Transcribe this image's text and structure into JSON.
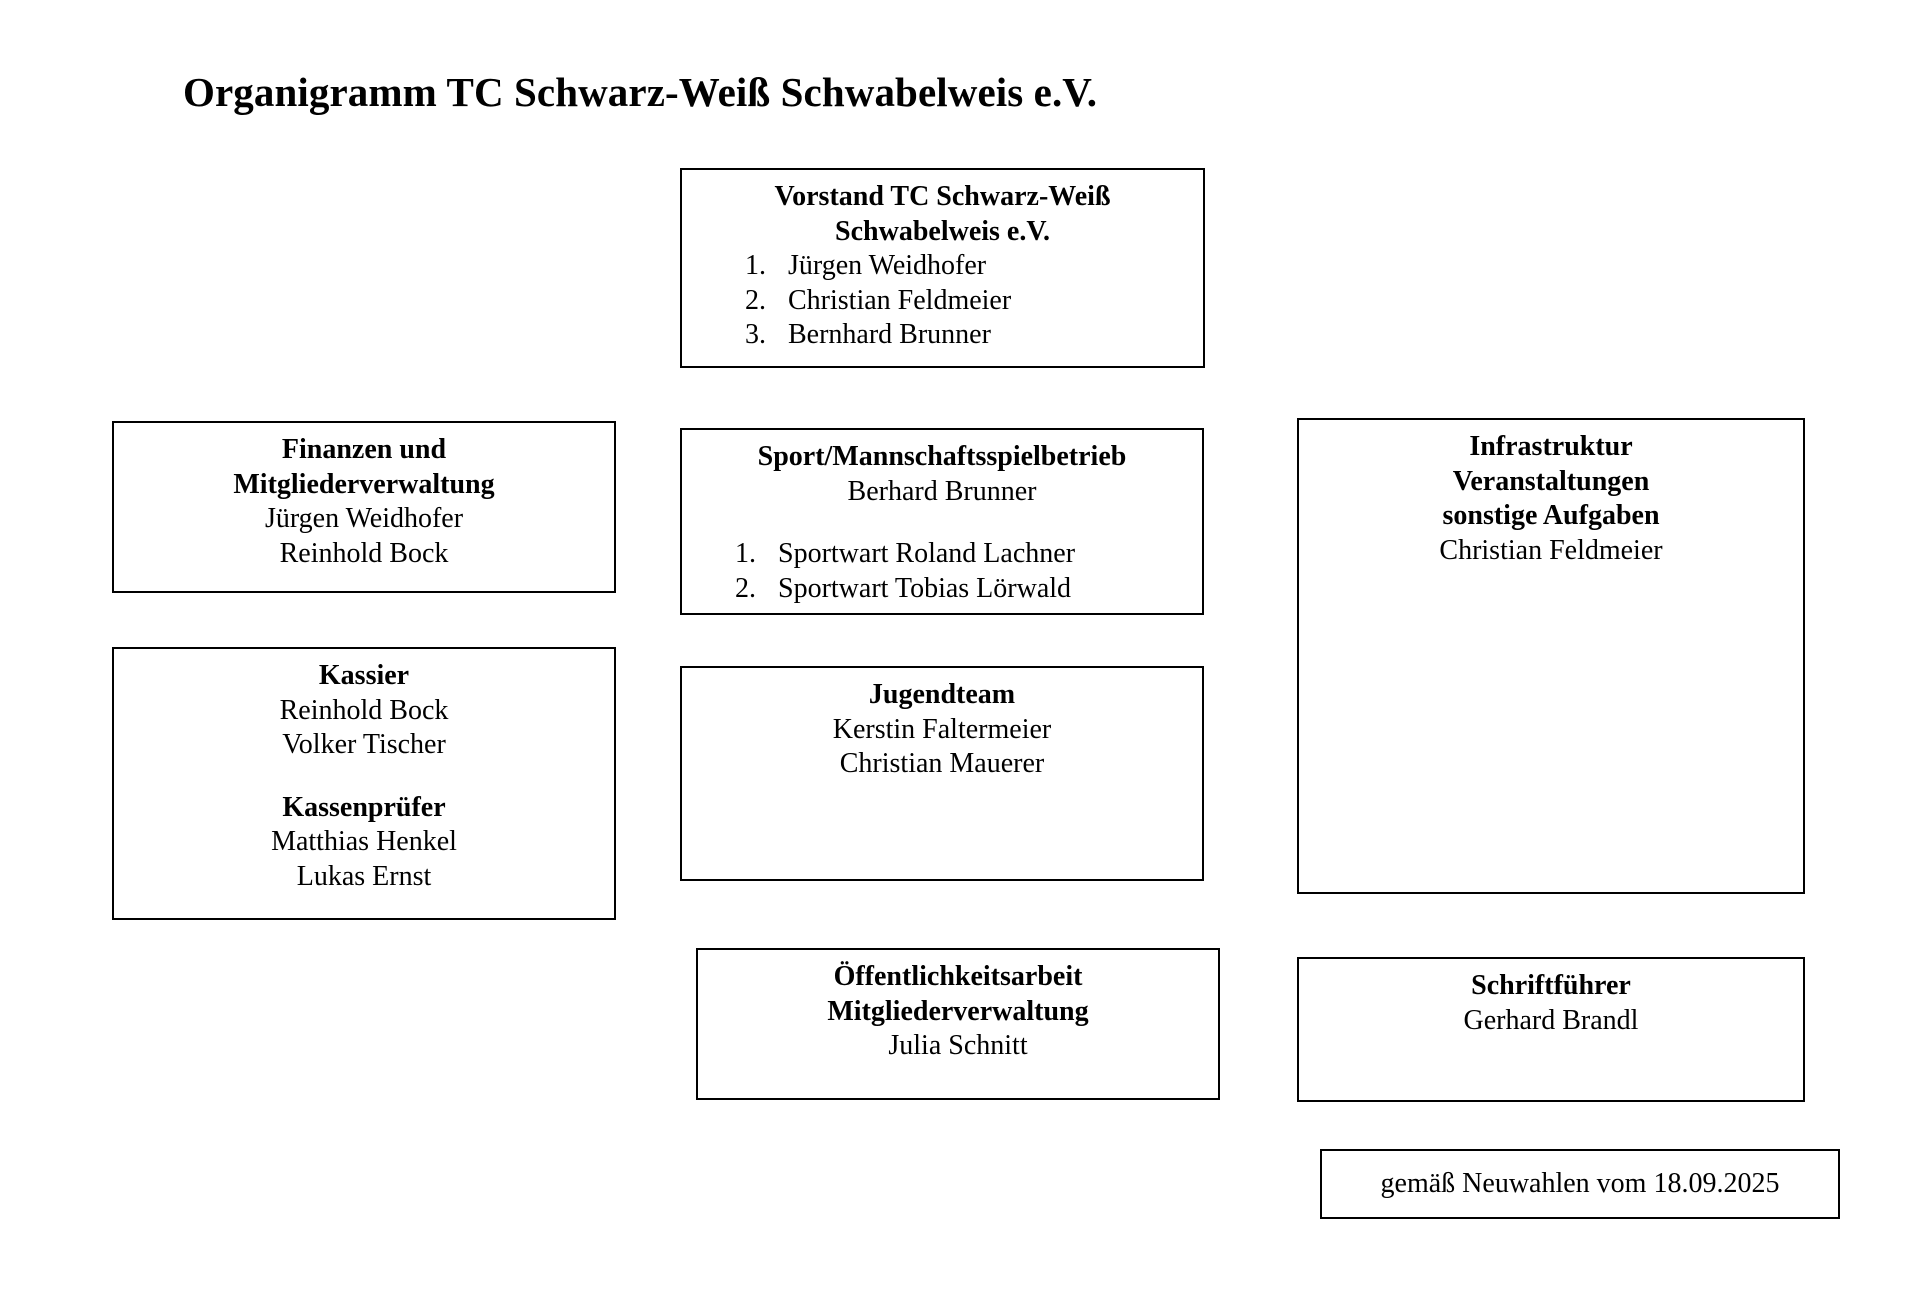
{
  "document": {
    "title": "Organigramm TC Schwarz-Weiß Schwabelweis e.V."
  },
  "boxes": {
    "vorstand": {
      "heading_line1": "Vorstand TC Schwarz-Weiß",
      "heading_line2": "Schwabelweis e.V.",
      "items": [
        {
          "num": "1.",
          "name": "Jürgen Weidhofer"
        },
        {
          "num": "2.",
          "name": "Christian Feldmeier"
        },
        {
          "num": "3.",
          "name": "Bernhard Brunner"
        }
      ]
    },
    "finanzen": {
      "heading_line1": "Finanzen und",
      "heading_line2": "Mitgliederverwaltung",
      "name1": "Jürgen Weidhofer",
      "name2": "Reinhold Bock"
    },
    "sport": {
      "heading": "Sport/Mannschaftsspielbetrieb",
      "lead": "Berhard Brunner",
      "items": [
        {
          "num": "1.",
          "name": "Sportwart Roland Lachner"
        },
        {
          "num": "2.",
          "name": "Sportwart Tobias Lörwald"
        }
      ]
    },
    "infrastruktur": {
      "heading_line1": "Infrastruktur",
      "heading_line2": "Veranstaltungen",
      "heading_line3": "sonstige Aufgaben",
      "name1": "Christian Feldmeier"
    },
    "kassier": {
      "heading1": "Kassier",
      "name1": "Reinhold Bock",
      "name2": "Volker Tischer",
      "heading2": "Kassenprüfer",
      "name3": "Matthias Henkel",
      "name4": "Lukas Ernst"
    },
    "jugendteam": {
      "heading": "Jugendteam",
      "name1": "Kerstin Faltermeier",
      "name2": "Christian Mauerer"
    },
    "oeffentlichkeitsarbeit": {
      "heading_line1": "Öffentlichkeitsarbeit",
      "heading_line2": "Mitgliederverwaltung",
      "name1": "Julia Schnitt"
    },
    "schriftfuehrer": {
      "heading": "Schriftführer",
      "name1": "Gerhard Brandl"
    },
    "footer": {
      "note": "gemäß Neuwahlen vom 18.09.2025"
    }
  },
  "style": {
    "page_background": "#ffffff",
    "text_color": "#000000",
    "box_border_color": "#000000"
  }
}
